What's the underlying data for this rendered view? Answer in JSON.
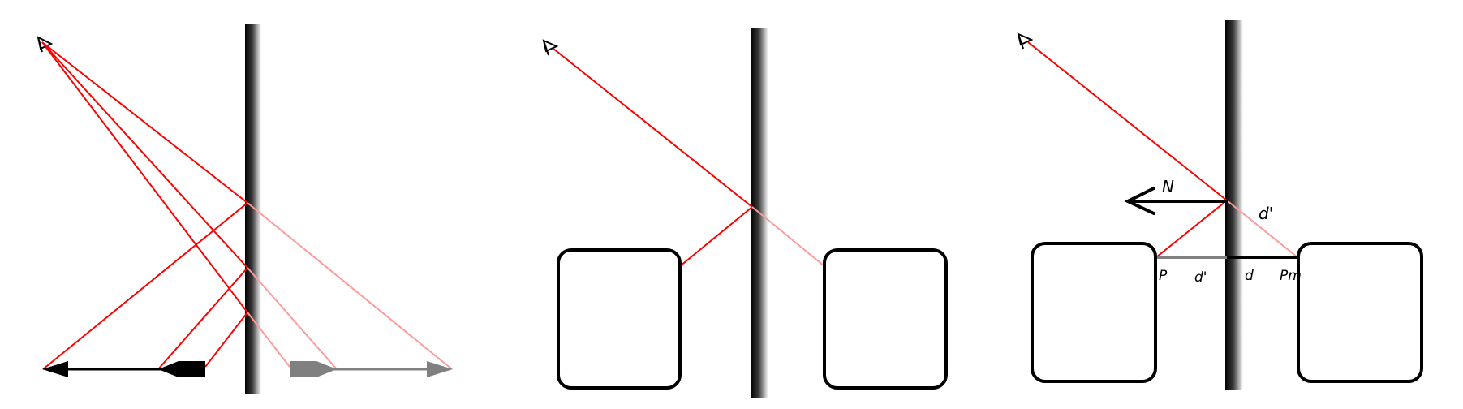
{
  "colors": {
    "background": "#ffffff",
    "ray": "#ff0000",
    "ray_faint": "#ff9a9a",
    "object": "#000000",
    "reflection": "#808080",
    "mirror_dark": "#1a1a1a",
    "mirror_light": "#ffffff"
  },
  "panels": [
    {
      "name": "arrow-reflection",
      "icons": [
        "eye-icon",
        "arrow-icon",
        "reflected-arrow-icon"
      ]
    },
    {
      "name": "box-reflection",
      "icons": [
        "eye-icon",
        "box-icon",
        "reflected-box-icon"
      ]
    },
    {
      "name": "reflection-distance",
      "icons": [
        "eye-icon",
        "box-icon",
        "reflected-box-icon",
        "normal-arrow-icon"
      ]
    }
  ],
  "labels": {
    "normal": "N",
    "d_prime_top": "d'",
    "p": "P",
    "d_prime": "d'",
    "d": "d",
    "p_m": "Pm"
  }
}
